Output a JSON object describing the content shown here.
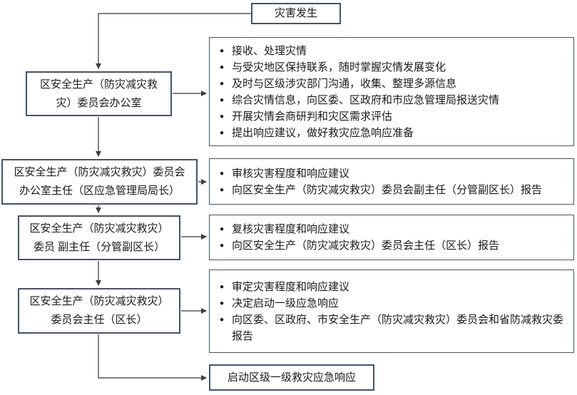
{
  "diagram": {
    "start": "灾害发生",
    "end": "启动区级一级救灾应急响应",
    "steps": [
      {
        "actor_lines": [
          "区安全生产（防灾减灾救",
          "灾）委员会办公室"
        ],
        "actions": [
          "接收、处理灾情",
          "与受灾地区保持联系，随时掌握灾情发展变化",
          "及时与区级涉灾部门沟通，收集、整理多源信息",
          "综合灾情信息，向区委、区政府和市应急管理局报送灾情",
          "开展灾情会商研判和灾区需求评估",
          "提出响应建议，做好救灾应急响应准备"
        ]
      },
      {
        "actor_lines": [
          "区安全生产（防灾减灾救灾）委员会",
          "办公室主任（区应急管理局局长）"
        ],
        "actions": [
          "审核灾害程度和响应建议",
          "向区安全生产（防灾减灾救灾）委员会副主任（分管副区长）报告"
        ]
      },
      {
        "actor_lines": [
          "区安全生产（防灾减灾救灾）",
          "委员 副主任（分管副区长）"
        ],
        "actions": [
          "复核灾害程度和响应建议",
          "向区安全生产（防灾减灾救灾）委员会主任（区长）报告"
        ]
      },
      {
        "actor_lines": [
          "区安全生产（防灾减灾救灾）",
          "委员会主任（区长）"
        ],
        "actions": [
          "审定灾害程度和响应建议",
          "决定启动一级应急响应",
          "向区委、区政府、市安全生产（防灾减灾救灾）委员会和省防减救灾委报告"
        ]
      }
    ]
  },
  "colors": {
    "box_border": "#44546a",
    "connector_line": "#595959",
    "arrowhead": "#3f3f3f",
    "text": "#1a1a1a",
    "background": "#ffffff"
  }
}
